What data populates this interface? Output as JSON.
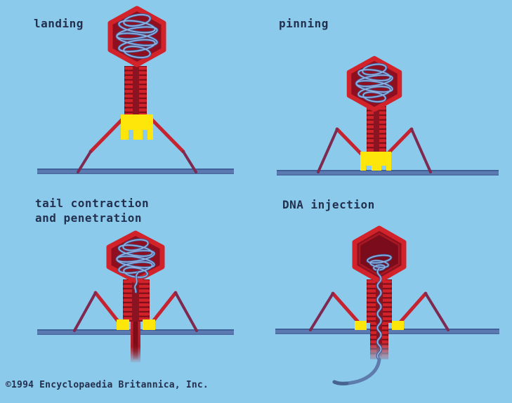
{
  "figure": {
    "subject": "bacteriophage infecting a bacterial cell",
    "copyright": "©1994 Encyclopaedia Britannica, Inc."
  },
  "panels": [
    {
      "id": "landing",
      "label": "landing"
    },
    {
      "id": "pinning",
      "label": "pinning"
    },
    {
      "id": "tail-contraction",
      "label": "tail contraction\nand penetration"
    },
    {
      "id": "dna-injection",
      "label": "DNA injection"
    }
  ],
  "colors": {
    "background": "#8ccaec",
    "membrane_blue": "#5b7ab2",
    "membrane_edge": "#40609a",
    "phage_red": "#d2222a",
    "phage_dark_red": "#8e1020",
    "sheath_gap_red": "#7c0e1a",
    "dna_blue_light": "#93b2de",
    "dna_blue_dark": "#3f5d9a",
    "baseplate_yellow": "#ffe60a",
    "fiber_dark": "#7e2a50",
    "label_text": "#22304e"
  }
}
